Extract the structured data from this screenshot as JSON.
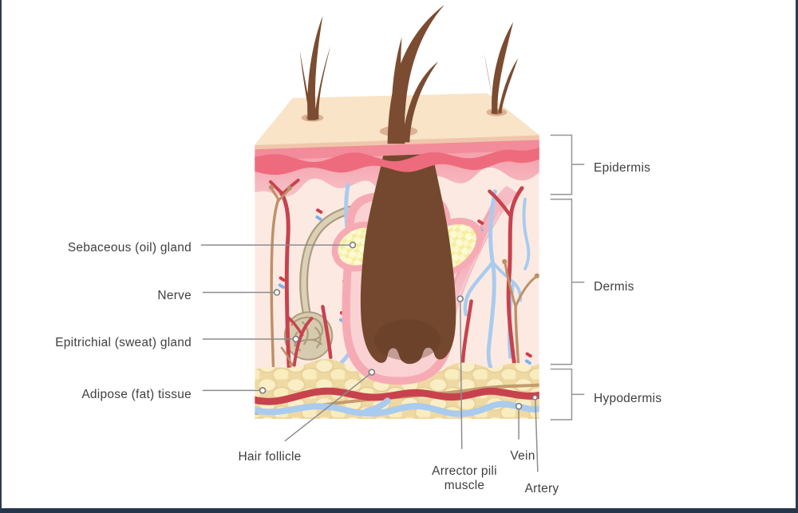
{
  "diagram": {
    "subject": "Human skin cross-section anatomy",
    "annotations": {
      "left": [
        {
          "label": "Sebaceous (oil) gland"
        },
        {
          "label": "Nerve"
        },
        {
          "label": "Epitrichial (sweat) gland"
        },
        {
          "label": "Adipose (fat) tissue"
        }
      ],
      "bottom": [
        {
          "label": "Hair follicle"
        },
        {
          "label": "Arrector pili muscle"
        },
        {
          "label": "Vein"
        },
        {
          "label": "Artery"
        }
      ],
      "layers": [
        {
          "label": "Epidermis"
        },
        {
          "label": "Dermis"
        },
        {
          "label": "Hypodermis"
        }
      ]
    },
    "palette": {
      "skin_surface": "#f9e4c8",
      "epidermis_pink": "#f28b9a",
      "epidermis_rose": "#ee6b7e",
      "papillary_pink": "#f6b0b9",
      "dermis_background": "#fceae2",
      "fat_lobule": "#faeec6",
      "fat_outline": "#e6cd97",
      "artery_red": "#c8424e",
      "vein_blue": "#a9cbee",
      "nerve_tan": "#bd9066",
      "sweat_gland_beige": "#d7cbaf",
      "hair_brown": "#7b4c31",
      "follicle_sheath": "#f6abb4",
      "sebaceous_yellow": "#f5ee9e",
      "label_text": "#3f3f3f",
      "leader_line": "#8c8c8c",
      "frame_border": "#2c3a4e"
    }
  }
}
